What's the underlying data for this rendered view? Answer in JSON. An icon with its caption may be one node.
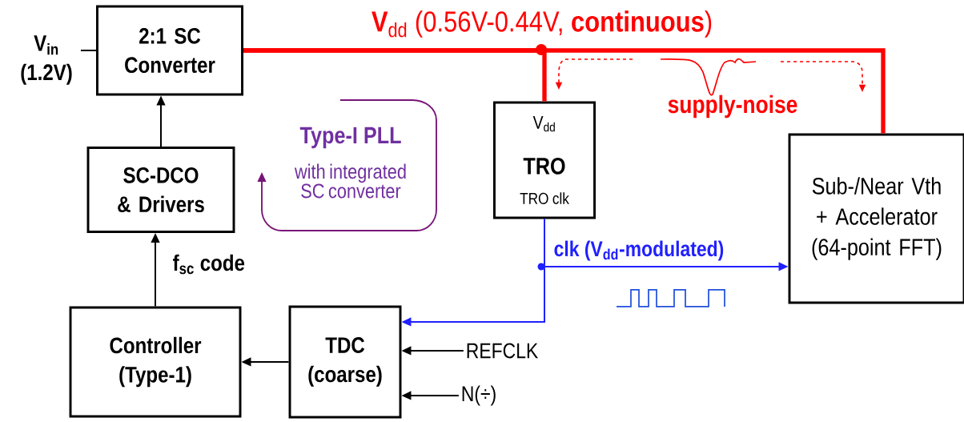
{
  "diagram": {
    "nodes": [
      {
        "text": [
          "V$_{in}$ (1.2V)"
        ]
      },
      {
        "text": [
          "2:1 SC Converter"
        ]
      },
      {
        "text": [
          "SC-DCO & Drivers"
        ]
      },
      {
        "text": [
          "Controller (Type-1)"
        ]
      },
      {
        "text": [
          "TDC (coarse)"
        ]
      },
      {
        "text": [
          "V$_{dd}$",
          "TRO",
          "TRO clk"
        ]
      },
      {
        "text": [
          "Sub-/Near Vth + Accelerator (64-point FFT)"
        ]
      },
      {
        "text": [
          "REFCLK"
        ]
      },
      {
        "text": [
          "N(÷)"
        ]
      }
    ],
    "edges": [
      {
        "from": 0,
        "to": 1,
        "arrow": "none"
      },
      {
        "from": 1,
        "to": 5,
        "arrow": "none",
        "style": "thick",
        "color": "#ff0000"
      },
      {
        "from": 1,
        "to": 6,
        "arrow": "none",
        "style": "thick",
        "color": "#ff0000",
        "label": "**V**$_{dd}$ (0.56V-0.44V, **continuous**)"
      },
      {
        "from": 2,
        "to": 1,
        "arrow": "to"
      },
      {
        "from": 3,
        "to": 2,
        "arrow": "to",
        "label": "f$_{sc}$ code"
      },
      {
        "from": 4,
        "to": 3,
        "arrow": "to"
      },
      {
        "from": 7,
        "to": 4,
        "arrow": "to"
      },
      {
        "from": 8,
        "to": 4,
        "arrow": "to"
      },
      {
        "from": 5,
        "to": 6,
        "arrow": "to",
        "color": "#2020ff",
        "label": "clk (V$_{dd}$-modulated)"
      },
      {
        "from": 5,
        "to": 4,
        "arrow": "to",
        "color": "#2020ff"
      }
    ],
    "labels": [
      "Type-I PLL",
      "with integrated SC converter",
      "supply-noise"
    ]
  }
}
